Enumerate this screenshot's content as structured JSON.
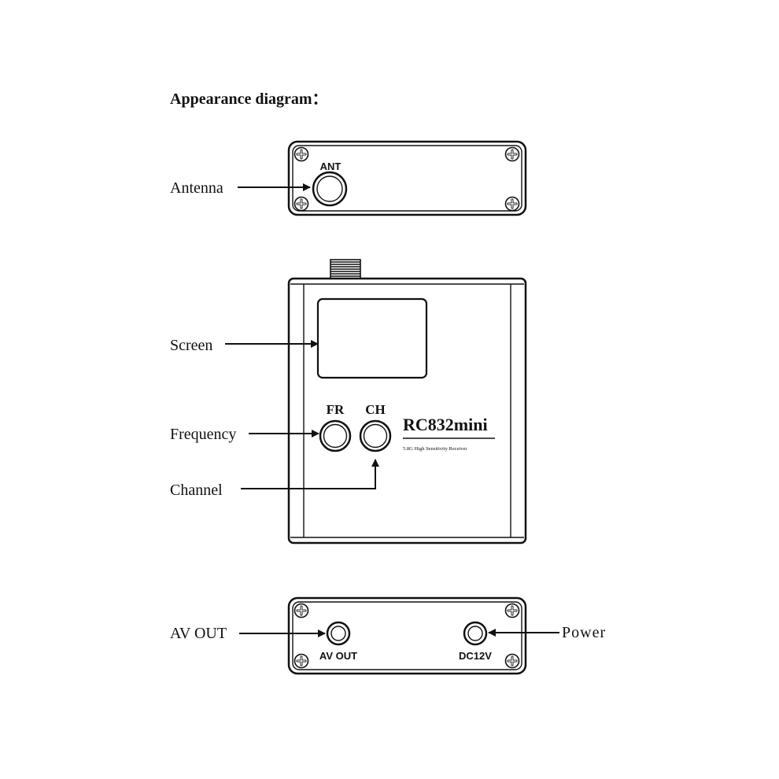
{
  "title": "Appearance diagram：",
  "top_panel": {
    "port_label": "ANT",
    "callout_label": "Antenna"
  },
  "front_panel": {
    "screen_label": "Screen",
    "frequency_label": "Frequency",
    "channel_label": "Channel",
    "fr_button_label": "FR",
    "ch_button_label": "CH",
    "model_name": "RC832mini",
    "model_subtitle": "5.8G High Sensitivity Receiver"
  },
  "bottom_panel": {
    "av_out_port_label": "AV OUT",
    "power_port_label": "DC12V",
    "av_out_callout": "AV OUT",
    "power_callout": "Power"
  }
}
